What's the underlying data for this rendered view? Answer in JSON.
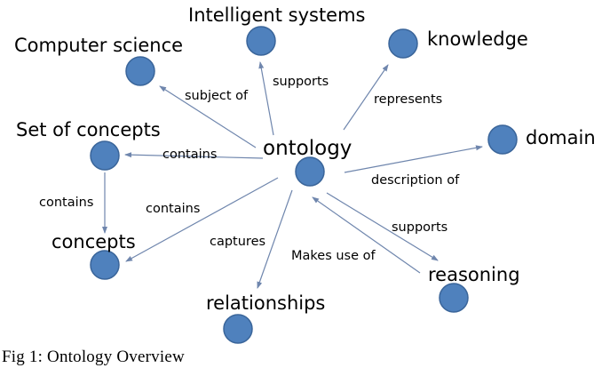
{
  "figure": {
    "caption": "Fig 1: Ontology Overview",
    "node_color": "#4f81bd",
    "node_border_color": "#3a659a",
    "edge_color": "#6f86ad"
  },
  "nodes": [
    {
      "id": "ontology",
      "label": "ontology",
      "central": true
    },
    {
      "id": "computer-science",
      "label": "Computer science"
    },
    {
      "id": "intelligent-systems",
      "label": "Intelligent systems"
    },
    {
      "id": "knowledge",
      "label": "knowledge"
    },
    {
      "id": "domain",
      "label": "domain"
    },
    {
      "id": "set-of-concepts",
      "label": "Set of concepts"
    },
    {
      "id": "concepts",
      "label": "concepts"
    },
    {
      "id": "relationships",
      "label": "relationships"
    },
    {
      "id": "reasoning",
      "label": "reasoning"
    }
  ],
  "edges": [
    {
      "from": "ontology",
      "to": "computer-science",
      "label": "subject of"
    },
    {
      "from": "ontology",
      "to": "intelligent-systems",
      "label": "supports"
    },
    {
      "from": "ontology",
      "to": "knowledge",
      "label": "represents"
    },
    {
      "from": "ontology",
      "to": "domain",
      "label": "description of"
    },
    {
      "from": "ontology",
      "to": "set-of-concepts",
      "label": "contains"
    },
    {
      "from": "set-of-concepts",
      "to": "concepts",
      "label": "contains"
    },
    {
      "from": "ontology",
      "to": "concepts",
      "label": "contains"
    },
    {
      "from": "ontology",
      "to": "relationships",
      "label": "captures"
    },
    {
      "from": "ontology",
      "to": "reasoning",
      "label": "supports"
    },
    {
      "from": "reasoning",
      "to": "ontology",
      "label": "Makes use of"
    }
  ]
}
